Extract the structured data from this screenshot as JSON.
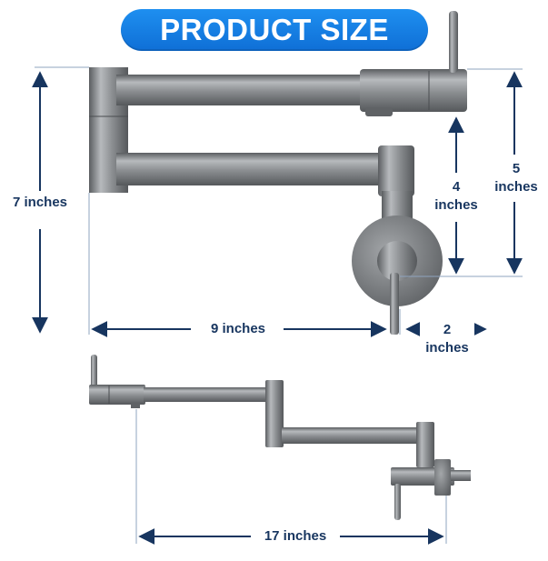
{
  "banner": {
    "title": "PRODUCT SIZE"
  },
  "dimensions": {
    "height_total": "7 inches",
    "rise_short_num": "4",
    "rise_short_unit": "inches",
    "rise_tall_num": "5",
    "rise_tall_unit": "inches",
    "reach_folded": "9 inches",
    "depth_num": "2",
    "depth_unit": "inches",
    "reach_extended": "17 inches"
  },
  "colors": {
    "banner": "#1e8ff0",
    "dimension_arrow": "#17355f",
    "steel": "#8a8d90"
  }
}
